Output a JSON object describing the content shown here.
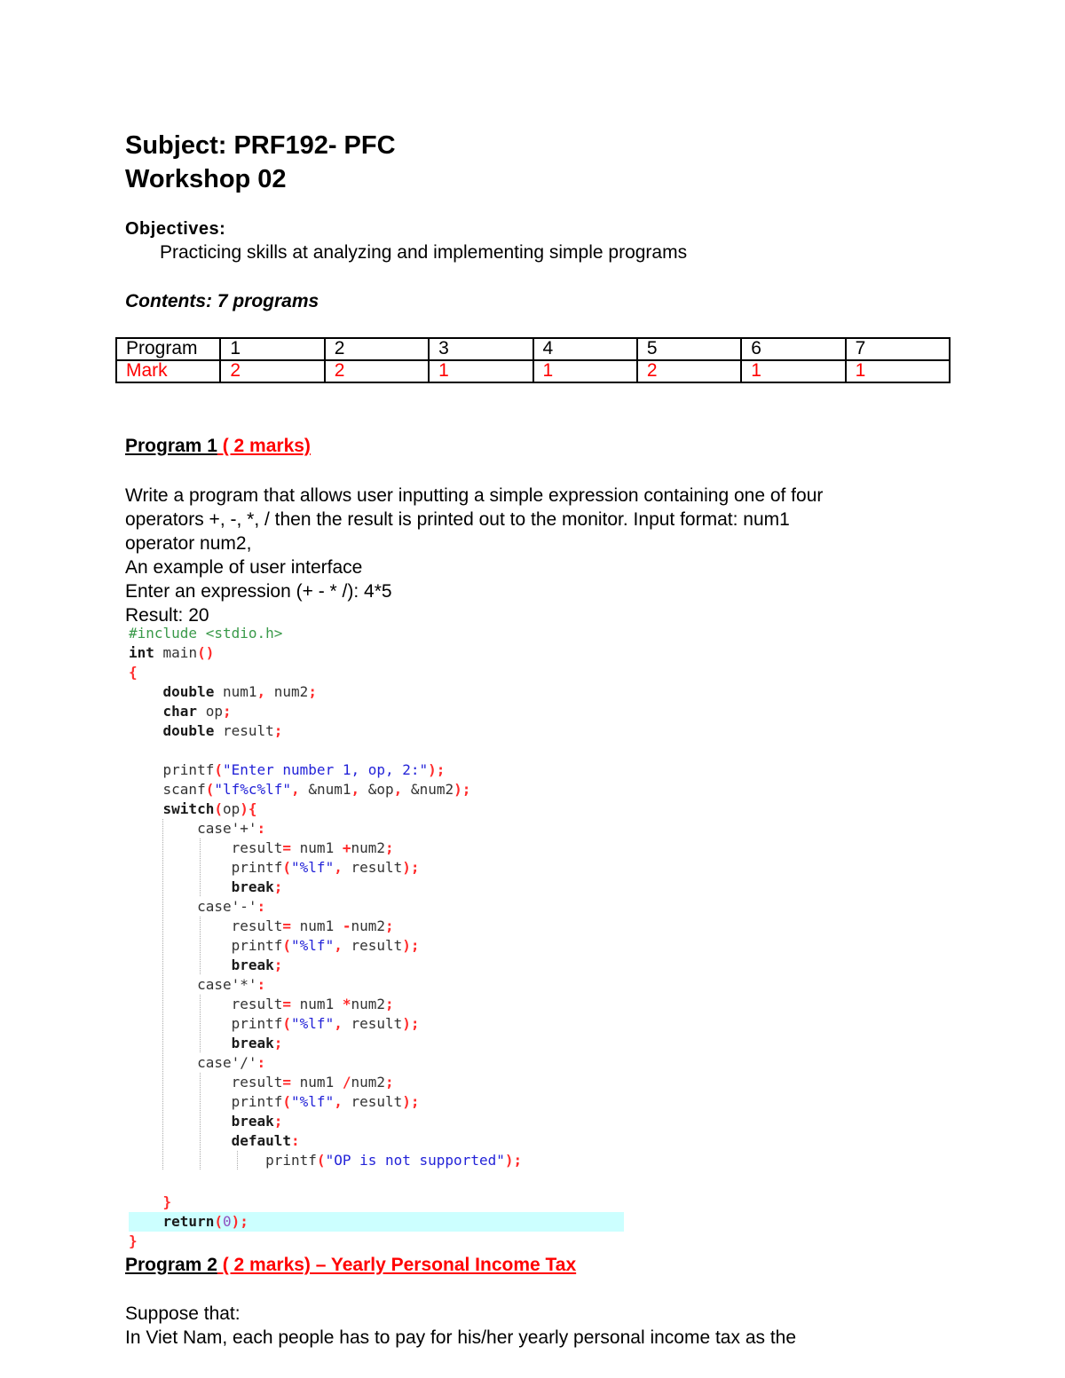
{
  "header": {
    "subject": "Subject: PRF192- PFC",
    "workshop": "Workshop 02"
  },
  "objectives": {
    "heading": "Objectives:",
    "text": "Practicing skills at analyzing and implementing simple programs"
  },
  "contents": "Contents: 7 programs",
  "marks_table": {
    "row_labels": [
      "Program",
      "Mark"
    ],
    "programs": [
      "1",
      "2",
      "3",
      "4",
      "5",
      "6",
      "7"
    ],
    "marks": [
      "2",
      "2",
      "1",
      "1",
      "2",
      "1",
      "1"
    ]
  },
  "program1": {
    "title": "Program 1",
    "marks": " ( 2 marks)",
    "description": [
      "Write a program that allows user inputting a simple expression containing one of four",
      "operators +, -, *, / then the result is printed out to the monitor. Input format: num1",
      "operator num2,",
      "An example of user interface",
      "Enter an expression (+ - * /): 4*5",
      "Result: 20"
    ],
    "code": {
      "include": "#include <stdio.h>",
      "int_kw": "int",
      "main_fn": " main",
      "lines": {
        "l_double1": "double",
        "l_double1_vars": " num1",
        "l_double1_vars2": " num2",
        "l_char": "char",
        "l_char_var": " op",
        "l_double2": "double",
        "l_double2_var": " result",
        "printf_prompt": "\"Enter number 1, op, 2:\"",
        "scanf_fmt": "\"lf%c%lf\"",
        "scanf_args1": " &num1",
        "scanf_args2": " &op",
        "scanf_args3": " &num2",
        "switch_kw": "switch",
        "case_plus": "'+'",
        "case_minus": "'-'",
        "case_mul": "'*'",
        "case_div": "'/'",
        "fmt_lf": "\"%lf\"",
        "default_msg": "\"OP is not supported\"",
        "return_val": "0"
      }
    }
  },
  "program2": {
    "title": "Program 2",
    "marks": " ( 2 marks) – Yearly Personal Income Tax",
    "intro": "Suppose that:",
    "text": "In Viet Nam, each people has to pay for his/her yearly personal income tax as the"
  }
}
